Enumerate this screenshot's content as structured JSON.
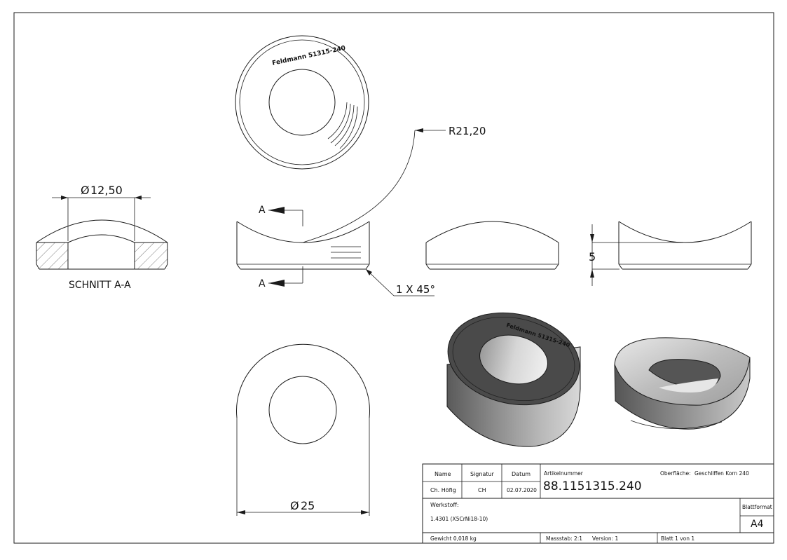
{
  "drawing": {
    "dimensions": {
      "diameter_hole": "12,50",
      "radius": "R21,20",
      "chamfer": "1 X 45°",
      "height": "5",
      "diameter_outer": "25",
      "diameter_symbol": "Ø"
    },
    "section_label": "SCHNITT A-A",
    "section_marker": "A",
    "engraving": "Feldmann 51315-240"
  },
  "title_block": {
    "name_label": "Name",
    "signatur_label": "Signatur",
    "datum_label": "Datum",
    "name_value": "Ch. Höfig",
    "signatur_value": "CH",
    "datum_value": "02.07.2020",
    "artikelnummer_label": "Artikelnummer",
    "artikelnummer_value": "88.1151315.240",
    "oberflaeche_label": "Oberfläche:",
    "oberflaeche_value": "Geschliffen Korn 240",
    "werkstoff_label": "Werkstoff:",
    "werkstoff_value": "1.4301 (X5CrNi18-10)",
    "blattformat_label": "Blattformat",
    "blattformat_value": "A4",
    "gewicht": "Gewicht 0,018 kg",
    "massstab": "Massstab: 2:1",
    "version": "Version: 1",
    "blatt": "Blatt 1 von 1"
  },
  "colors": {
    "line": "#1a1a1a",
    "shade_dark": "#4a4a4a",
    "shade_light": "#d0d0d0"
  }
}
